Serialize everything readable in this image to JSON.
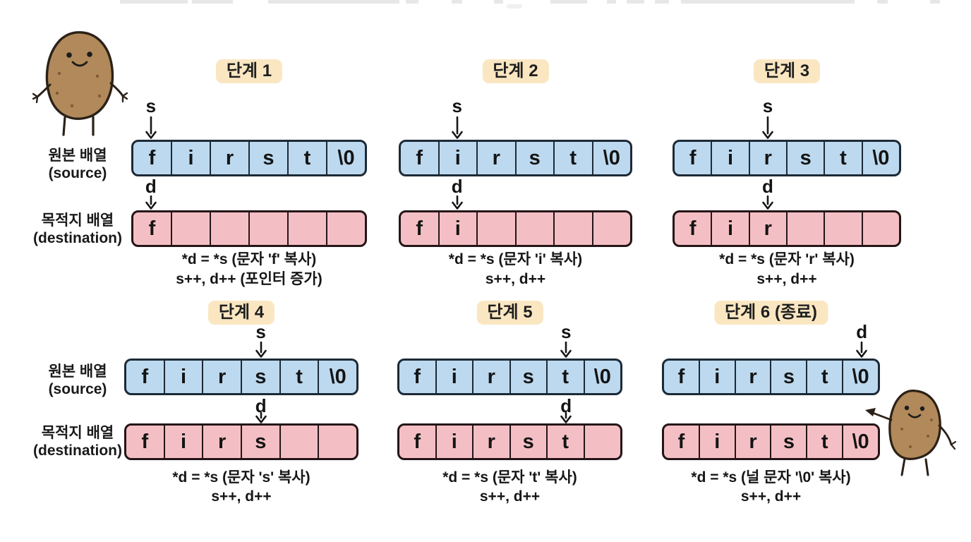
{
  "labels": {
    "source_row_line1": "원본 배열",
    "source_row_line2": "(source)",
    "dest_row_line1": "목적지 배열",
    "dest_row_line2": "(destination)"
  },
  "source_chars": [
    "f",
    "i",
    "r",
    "s",
    "t",
    "\\0"
  ],
  "colors": {
    "source_fill": "#bcd9ef",
    "source_border": "#1d2a36",
    "dest_fill": "#f4bfc4",
    "dest_border": "#241518",
    "badge_fill": "#fae7c2",
    "ink": "#161616",
    "potato_body": "#b1895a",
    "potato_outline": "#2b2117"
  },
  "steps": [
    {
      "title": "단계 1",
      "top_pointer": {
        "label": "s",
        "cell": 0
      },
      "mid_pointer": {
        "label": "d",
        "cell": 0
      },
      "dest_chars": [
        "f",
        "",
        "",
        "",
        "",
        ""
      ],
      "caption_line1": "*d = *s (문자 'f' 복사)",
      "caption_line2": "s++, d++ (포인터 증가)"
    },
    {
      "title": "단계 2",
      "top_pointer": {
        "label": "s",
        "cell": 1
      },
      "mid_pointer": {
        "label": "d",
        "cell": 1
      },
      "dest_chars": [
        "f",
        "i",
        "",
        "",
        "",
        ""
      ],
      "caption_line1": "*d = *s (문자 'i' 복사)",
      "caption_line2": "s++, d++"
    },
    {
      "title": "단계 3",
      "top_pointer": {
        "label": "s",
        "cell": 2
      },
      "mid_pointer": {
        "label": "d",
        "cell": 2
      },
      "dest_chars": [
        "f",
        "i",
        "r",
        "",
        "",
        ""
      ],
      "caption_line1": "*d = *s (문자 'r' 복사)",
      "caption_line2": "s++, d++"
    },
    {
      "title": "단계 4",
      "top_pointer": {
        "label": "s",
        "cell": 3
      },
      "mid_pointer": {
        "label": "d",
        "cell": 3
      },
      "dest_chars": [
        "f",
        "i",
        "r",
        "s",
        "",
        ""
      ],
      "caption_line1": "*d = *s (문자 's' 복사)",
      "caption_line2": "s++, d++"
    },
    {
      "title": "단계 5",
      "top_pointer": {
        "label": "s",
        "cell": 4
      },
      "mid_pointer": {
        "label": "d",
        "cell": 4
      },
      "dest_chars": [
        "f",
        "i",
        "r",
        "s",
        "t",
        ""
      ],
      "caption_line1": "*d = *s (문자 't' 복사)",
      "caption_line2": "s++, d++"
    },
    {
      "title": "단계 6 (종료)",
      "top_pointer": {
        "label": "d",
        "cell": 5
      },
      "mid_pointer": null,
      "dest_chars": [
        "f",
        "i",
        "r",
        "s",
        "t",
        "\\0"
      ],
      "caption_line1": "*d = *s (널 문자 '\\0' 복사)",
      "caption_line2": "s++, d++"
    }
  ]
}
